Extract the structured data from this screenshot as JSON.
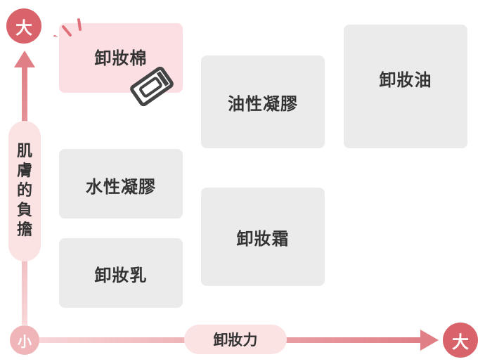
{
  "y_axis": {
    "label": "肌膚的負擔",
    "high": "大",
    "low": "小"
  },
  "x_axis": {
    "label": "卸妝力",
    "high": "大"
  },
  "products": [
    {
      "name": "卸妝棉",
      "highlighted": true
    },
    {
      "name": "油性凝膠",
      "highlighted": false
    },
    {
      "name": "卸妝油",
      "highlighted": false
    },
    {
      "name": "水性凝膠",
      "highlighted": false
    },
    {
      "name": "卸妝霜",
      "highlighted": false
    },
    {
      "name": "卸妝乳",
      "highlighted": false
    }
  ],
  "colors": {
    "accent": "#d9636a",
    "axis_light": "#f0b5b8",
    "pill_bg": "#fbe3e4",
    "box_bg": "#ebebeb",
    "highlight_bg": "#fbdfe3"
  }
}
